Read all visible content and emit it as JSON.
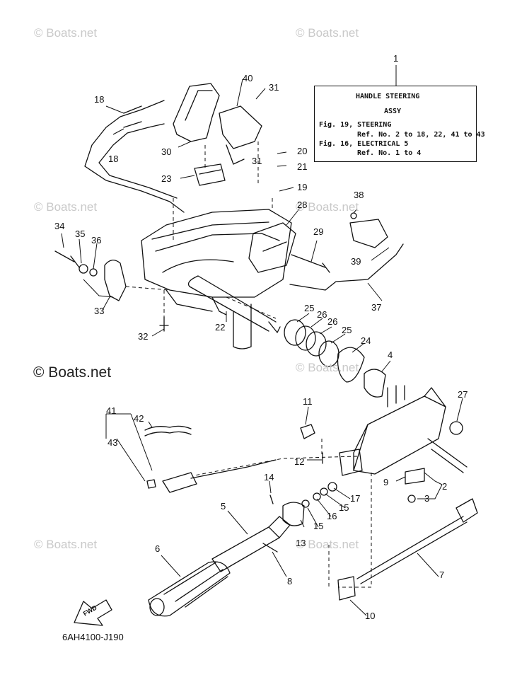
{
  "watermarks": [
    "© Boats.net",
    "© Boats.net",
    "© Boats.net",
    "© Boats.net",
    "© Boats.net",
    "© Boats.net",
    "© Boats.net"
  ],
  "main_watermark": "© Boats.net",
  "reference_box": {
    "callout": "1",
    "title_line1": "HANDLE STEERING",
    "title_line2": "ASSY",
    "line3": "Fig. 19, STEERING",
    "line4": "Ref. No. 2 to 18, 22, 41 to 43",
    "line5": "Fig. 16, ELECTRICAL 5",
    "line6": "Ref. No. 1 to 4"
  },
  "diagram_code": "6AH4100-J190",
  "fwd_label": "FWD",
  "callouts": [
    "1",
    "2",
    "3",
    "4",
    "5",
    "6",
    "7",
    "8",
    "9",
    "10",
    "11",
    "12",
    "13",
    "14",
    "15",
    "15",
    "16",
    "17",
    "18",
    "18",
    "19",
    "20",
    "21",
    "22",
    "23",
    "24",
    "25",
    "25",
    "26",
    "26",
    "27",
    "28",
    "29",
    "30",
    "31",
    "31",
    "32",
    "33",
    "34",
    "35",
    "36",
    "37",
    "38",
    "39",
    "40",
    "41",
    "42",
    "43"
  ]
}
